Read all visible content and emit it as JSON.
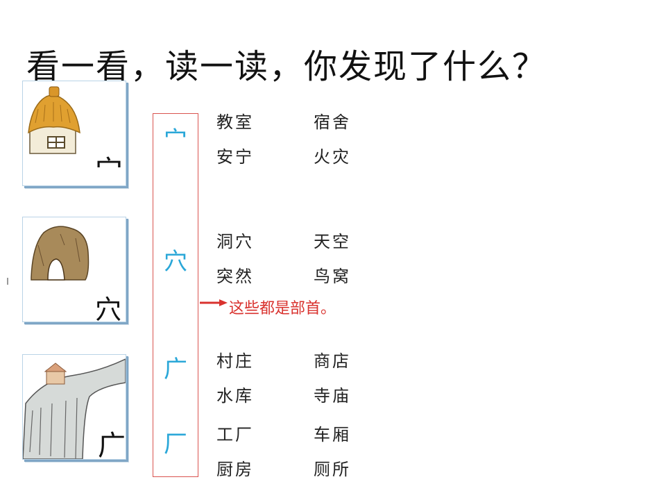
{
  "title": "看一看，读一读，你发现了什么？",
  "radicals": [
    "宀",
    "穴",
    "广",
    "厂"
  ],
  "card_glyphs": [
    "宀",
    "穴",
    "广"
  ],
  "words": {
    "group1": [
      [
        "教室",
        "宿舍"
      ],
      [
        "安宁",
        "火灾"
      ]
    ],
    "group2": [
      [
        "洞穴",
        "天空"
      ],
      [
        "突然",
        "鸟窝"
      ]
    ],
    "group3": [
      [
        "村庄",
        "商店"
      ],
      [
        "水库",
        "寺庙"
      ]
    ],
    "group4": [
      [
        "工厂",
        "车厢"
      ],
      [
        "厨房",
        "厕所"
      ]
    ]
  },
  "note": "这些都是部首。",
  "colors": {
    "accent": "#d9322e",
    "radical": "#2aa7d8",
    "card_border": "#7fa6c6"
  }
}
